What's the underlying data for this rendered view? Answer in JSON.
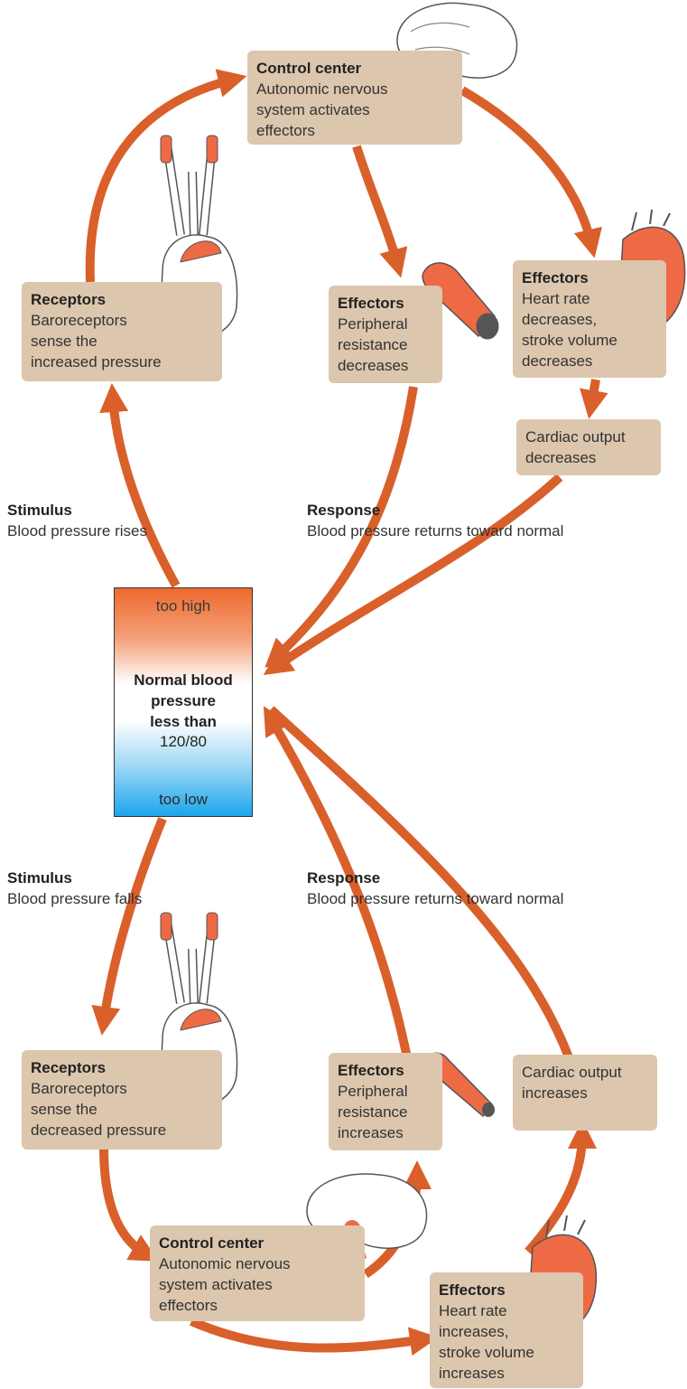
{
  "colors": {
    "arrow": "#d9602a",
    "box": "#dcc6ad",
    "organ": "#ee6a45",
    "outline": "#555555"
  },
  "top_loop": {
    "control_center": {
      "title": "Control center",
      "desc": "Autonomic nervous\nsystem activates\neffectors"
    },
    "receptors": {
      "title": "Receptors",
      "desc": "Baroreceptors\nsense the\nincreased pressure"
    },
    "effectors_vessel": {
      "title": "Effectors",
      "desc": "Peripheral\nresistance\ndecreases"
    },
    "effectors_heart": {
      "title": "Effectors",
      "desc": "Heart rate\ndecreases,\nstroke volume\ndecreases"
    },
    "cardiac_output": {
      "desc": "Cardiac output\ndecreases"
    },
    "stimulus": {
      "title": "Stimulus",
      "desc": "Blood pressure rises"
    },
    "response": {
      "title": "Response",
      "desc": "Blood pressure returns toward normal"
    }
  },
  "gauge": {
    "high": "too high",
    "middle": "Normal blood\npressure\nless than",
    "value": "120/80",
    "low": "too low"
  },
  "bottom_loop": {
    "stimulus": {
      "title": "Stimulus",
      "desc": "Blood pressure falls"
    },
    "response": {
      "title": "Response",
      "desc": "Blood pressure returns toward normal"
    },
    "receptors": {
      "title": "Receptors",
      "desc": "Baroreceptors\nsense the\ndecreased pressure"
    },
    "effectors_vessel": {
      "title": "Effectors",
      "desc": "Peripheral\nresistance\nincreases"
    },
    "cardiac_output": {
      "desc": "Cardiac output\nincreases"
    },
    "control_center": {
      "title": "Control center",
      "desc": "Autonomic nervous\nsystem activates\neffectors"
    },
    "effectors_heart": {
      "title": "Effectors",
      "desc": "Heart rate\nincreases,\nstroke volume\nincreases"
    }
  }
}
